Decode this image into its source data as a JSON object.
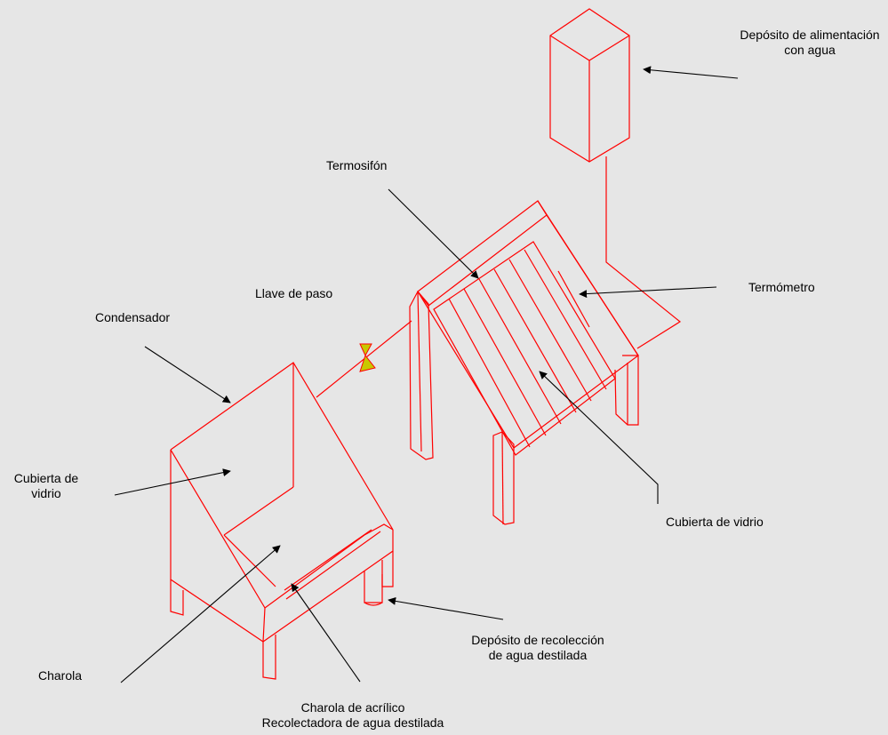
{
  "labels": {
    "deposito_alimentacion": [
      "Depósito de alimentación",
      "con agua"
    ],
    "termosifon": "Termosifón",
    "termometro": "Termómetro",
    "llave_de_paso": "Llave de paso",
    "condensador": "Condensador",
    "cubierta_vidrio_left": [
      "Cubierta de",
      "vidrio"
    ],
    "cubierta_vidrio_right": "Cubierta de vidrio",
    "charola": "Charola",
    "charola_acrilico": [
      "Charola de acrílico",
      "Recolectadora de agua destilada"
    ],
    "deposito_recoleccion": [
      "Depósito de recolección",
      "de agua destilada"
    ]
  },
  "colors": {
    "background": "#e6e6e6",
    "drawing": "#ff0000",
    "valve_fill": "#c8c800",
    "text": "#000000"
  }
}
